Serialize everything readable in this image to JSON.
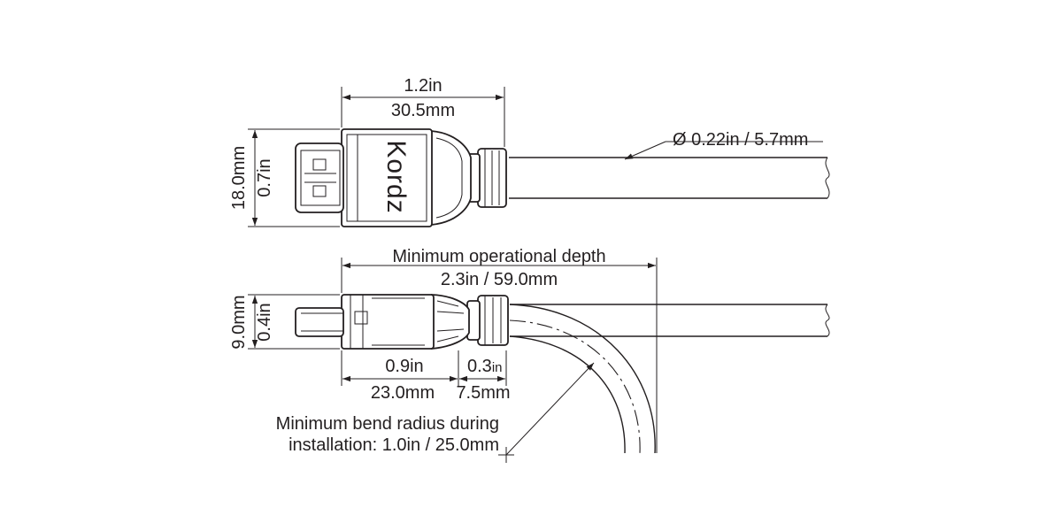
{
  "top_view": {
    "length_in": "1.2in",
    "length_mm": "30.5mm",
    "height_mm": "18.0mm",
    "height_in": "0.7in",
    "cable_diameter": "Ø 0.22in / 5.7mm",
    "brand": "Kordz"
  },
  "side_view": {
    "depth_label": "Minimum operational depth",
    "depth_value": "2.3in / 59.0mm",
    "height_mm": "9.0mm",
    "height_in": "0.4in",
    "plug_len_in": "0.9in",
    "plug_len_mm": "23.0mm",
    "boot_len_in_value": "0.3",
    "boot_len_in_unit": "in",
    "boot_len_mm": "7.5mm",
    "bend_line1": "Minimum bend radius during",
    "bend_line2": "installation: 1.0in / 25.0mm"
  },
  "colors": {
    "line": "#231f20",
    "background": "#ffffff"
  }
}
